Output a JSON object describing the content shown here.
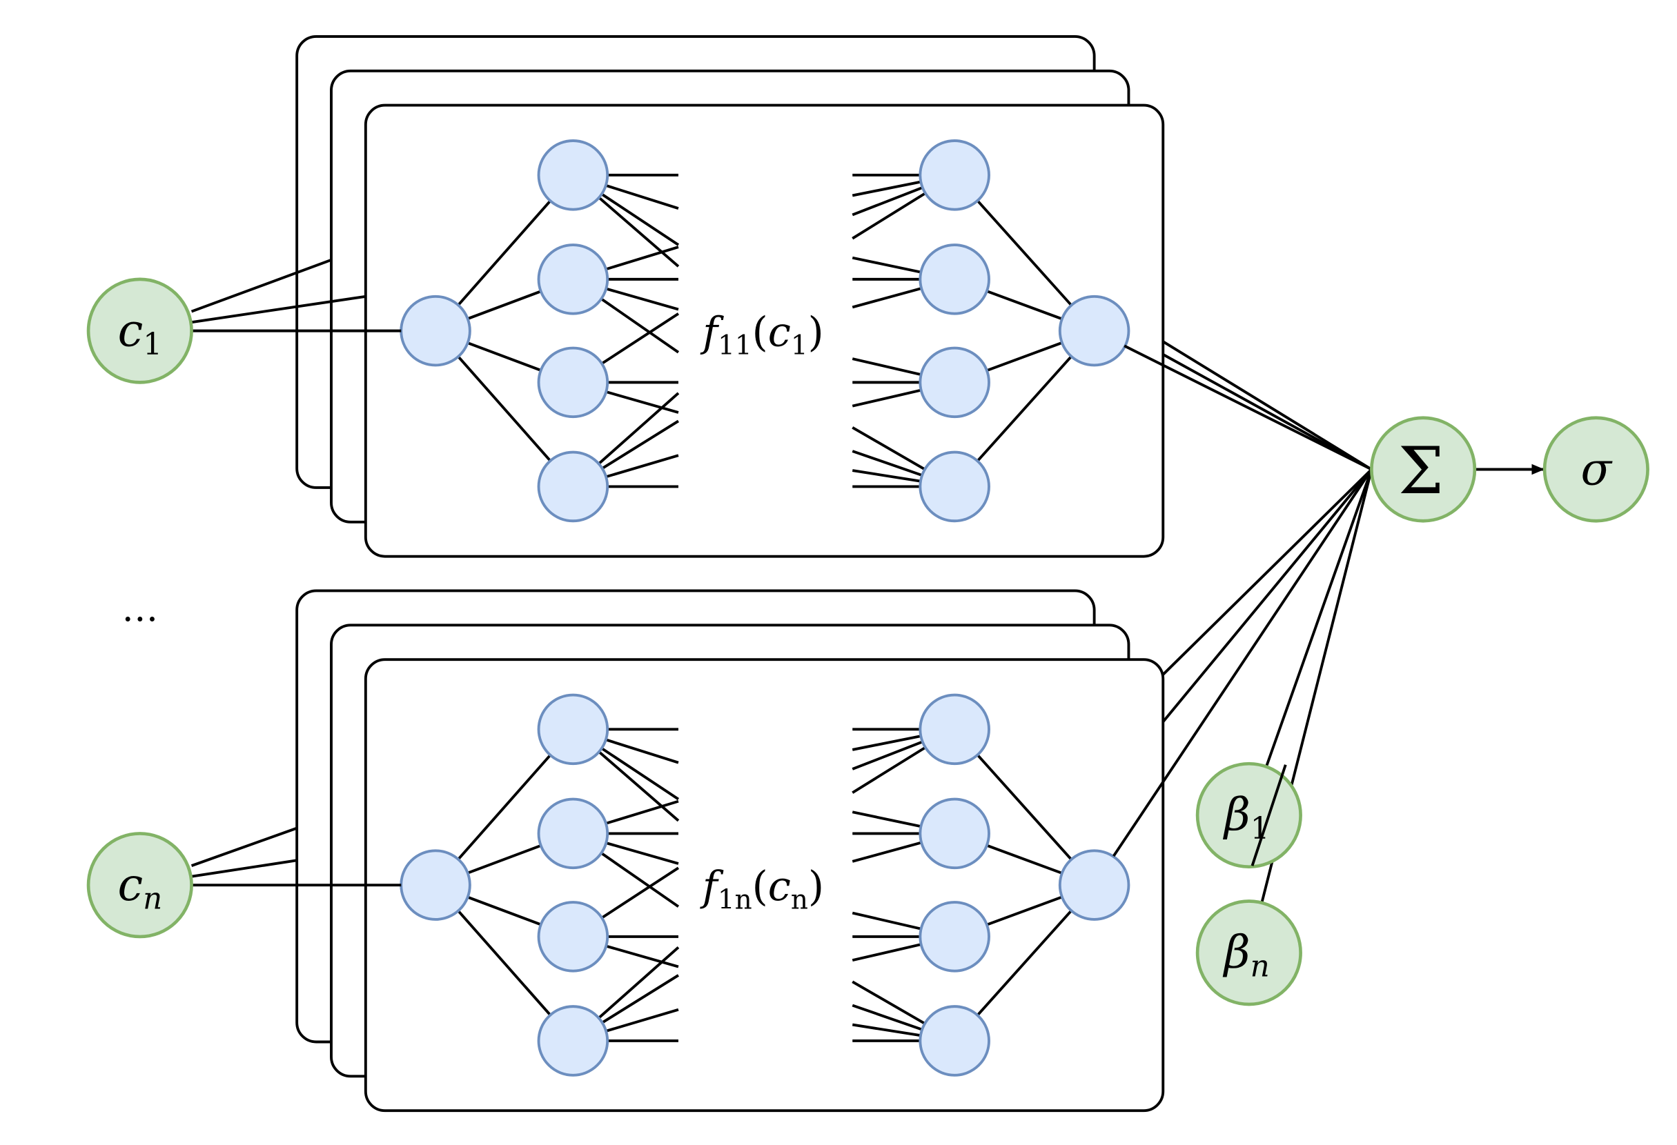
{
  "colors": {
    "hidden_fill": "#dae8fc",
    "hidden_stroke": "#6c8ebf",
    "io_fill": "#d5e8d4",
    "io_stroke": "#82b366",
    "line": "#000000"
  },
  "inputs": [
    {
      "base": "c",
      "sub": "1"
    },
    {
      "base": "c",
      "sub": "n"
    }
  ],
  "ellipsis": "…",
  "networks": [
    {
      "func": "f",
      "sub": "11",
      "arg_open": "(",
      "arg_base": "c",
      "arg_sub": "1",
      "arg_close": ")"
    },
    {
      "func": "f",
      "sub": "1n",
      "arg_open": "(",
      "arg_base": "c",
      "arg_sub": "n",
      "arg_close": ")"
    }
  ],
  "biases": [
    {
      "base": "β",
      "sub": "1"
    },
    {
      "base": "β",
      "sub": "n"
    }
  ],
  "sum_node": {
    "symbol": "Σ"
  },
  "activation_node": {
    "symbol": "σ"
  }
}
